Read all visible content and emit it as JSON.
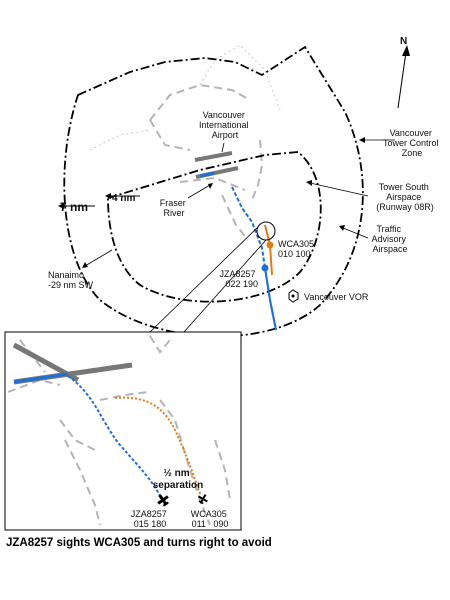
{
  "north": "N",
  "main": {
    "vancouver_airport": [
      "Vancouver",
      "International",
      "Airport"
    ],
    "fraser_river": [
      "Fraser",
      "River"
    ],
    "ring_7nm": "7 nm",
    "ring_4nm": "4 nm",
    "tower_control_zone": [
      "Vancouver",
      "Tower Control",
      "Zone"
    ],
    "tower_south": [
      "Tower South",
      "Airspace",
      "(Runway 08R)"
    ],
    "traffic_advisory": [
      "Traffic",
      "Advisory",
      "Airspace"
    ],
    "wca305": [
      "WCA305",
      "010 100"
    ],
    "jza8257": [
      "JZA8257",
      "022 190"
    ],
    "nanaimo": [
      "Nanaimo",
      "-29 nm SW"
    ],
    "vor": "Vancouver VOR"
  },
  "inset": {
    "separation": [
      "½ nm",
      "separation"
    ],
    "jza8257": [
      "JZA8257",
      "015 180"
    ],
    "wca305": [
      "WCA305",
      "011   090"
    ]
  },
  "caption": "JZA8257 sights WCA305 and turns right to avoid",
  "colors": {
    "jza_track": "#1f6fd6",
    "wca_track": "#e07b1a",
    "runway": "#808080",
    "coast": "#b0b0b0",
    "boundary": "#000000"
  }
}
